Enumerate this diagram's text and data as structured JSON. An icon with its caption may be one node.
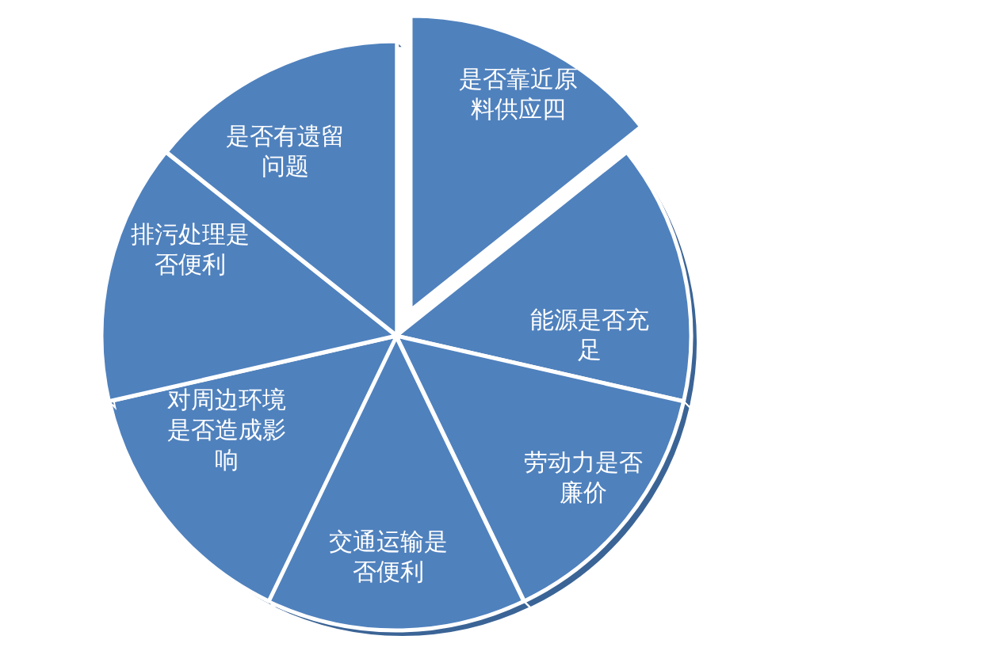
{
  "diagram": {
    "nodes": [
      {
        "text": [
          "是否靠近原料供应四"
        ]
      },
      {
        "text": [
          "能源是否充足"
        ]
      },
      {
        "text": [
          "劳动力是否廉价"
        ]
      },
      {
        "text": [
          "交通运输是否便利"
        ]
      },
      {
        "text": [
          "对周边环境是否造成影响"
        ]
      },
      {
        "text": [
          "排污处理是否便利"
        ]
      },
      {
        "text": [
          "是否有遗留问题"
        ]
      }
    ]
  }
}
